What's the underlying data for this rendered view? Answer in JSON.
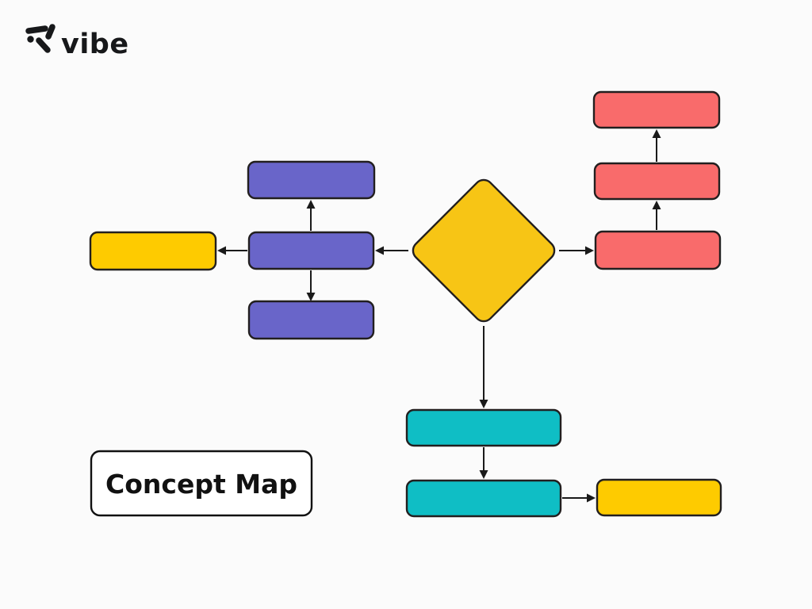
{
  "logo": {
    "text": "vibe"
  },
  "title_box": {
    "label": "Concept Map"
  },
  "palette": {
    "background": "#FBFBFB",
    "purple": "#6965C9",
    "red": "#F96B6B",
    "teal": "#0FBEC5",
    "yellow": "#FECB00",
    "diamond_yellow": "#F7C515",
    "outline": "#221F1F",
    "arrow": "#1A1A1A",
    "label_box_fill": "#FFFFFF",
    "label_text": "#111111",
    "logo_color": "#17181A"
  },
  "diagram": {
    "nodes": [
      {
        "id": "yellow-left",
        "shape": "rounded-rect",
        "color": "yellow",
        "label": ""
      },
      {
        "id": "purple-top",
        "shape": "rounded-rect",
        "color": "purple",
        "label": ""
      },
      {
        "id": "purple-mid",
        "shape": "rounded-rect",
        "color": "purple",
        "label": ""
      },
      {
        "id": "purple-bottom",
        "shape": "rounded-rect",
        "color": "purple",
        "label": ""
      },
      {
        "id": "diamond-center",
        "shape": "diamond",
        "color": "diamond_yellow",
        "label": ""
      },
      {
        "id": "red-top",
        "shape": "rounded-rect",
        "color": "red",
        "label": ""
      },
      {
        "id": "red-mid",
        "shape": "rounded-rect",
        "color": "red",
        "label": ""
      },
      {
        "id": "red-bottom",
        "shape": "rounded-rect",
        "color": "red",
        "label": ""
      },
      {
        "id": "teal-top",
        "shape": "rounded-rect",
        "color": "teal",
        "label": ""
      },
      {
        "id": "teal-bottom",
        "shape": "rounded-rect",
        "color": "teal",
        "label": ""
      },
      {
        "id": "yellow-bottom",
        "shape": "rounded-rect",
        "color": "yellow",
        "label": ""
      },
      {
        "id": "title-box",
        "shape": "rounded-rect",
        "color": "label_box_fill",
        "label": "Concept Map"
      }
    ],
    "edges": [
      {
        "from": "purple-mid",
        "to": "purple-top"
      },
      {
        "from": "purple-mid",
        "to": "purple-bottom"
      },
      {
        "from": "purple-mid",
        "to": "yellow-left"
      },
      {
        "from": "diamond-center",
        "to": "purple-mid"
      },
      {
        "from": "diamond-center",
        "to": "red-bottom"
      },
      {
        "from": "red-bottom",
        "to": "red-mid"
      },
      {
        "from": "red-mid",
        "to": "red-top"
      },
      {
        "from": "diamond-center",
        "to": "teal-top"
      },
      {
        "from": "teal-top",
        "to": "teal-bottom"
      },
      {
        "from": "teal-bottom",
        "to": "yellow-bottom"
      }
    ]
  }
}
